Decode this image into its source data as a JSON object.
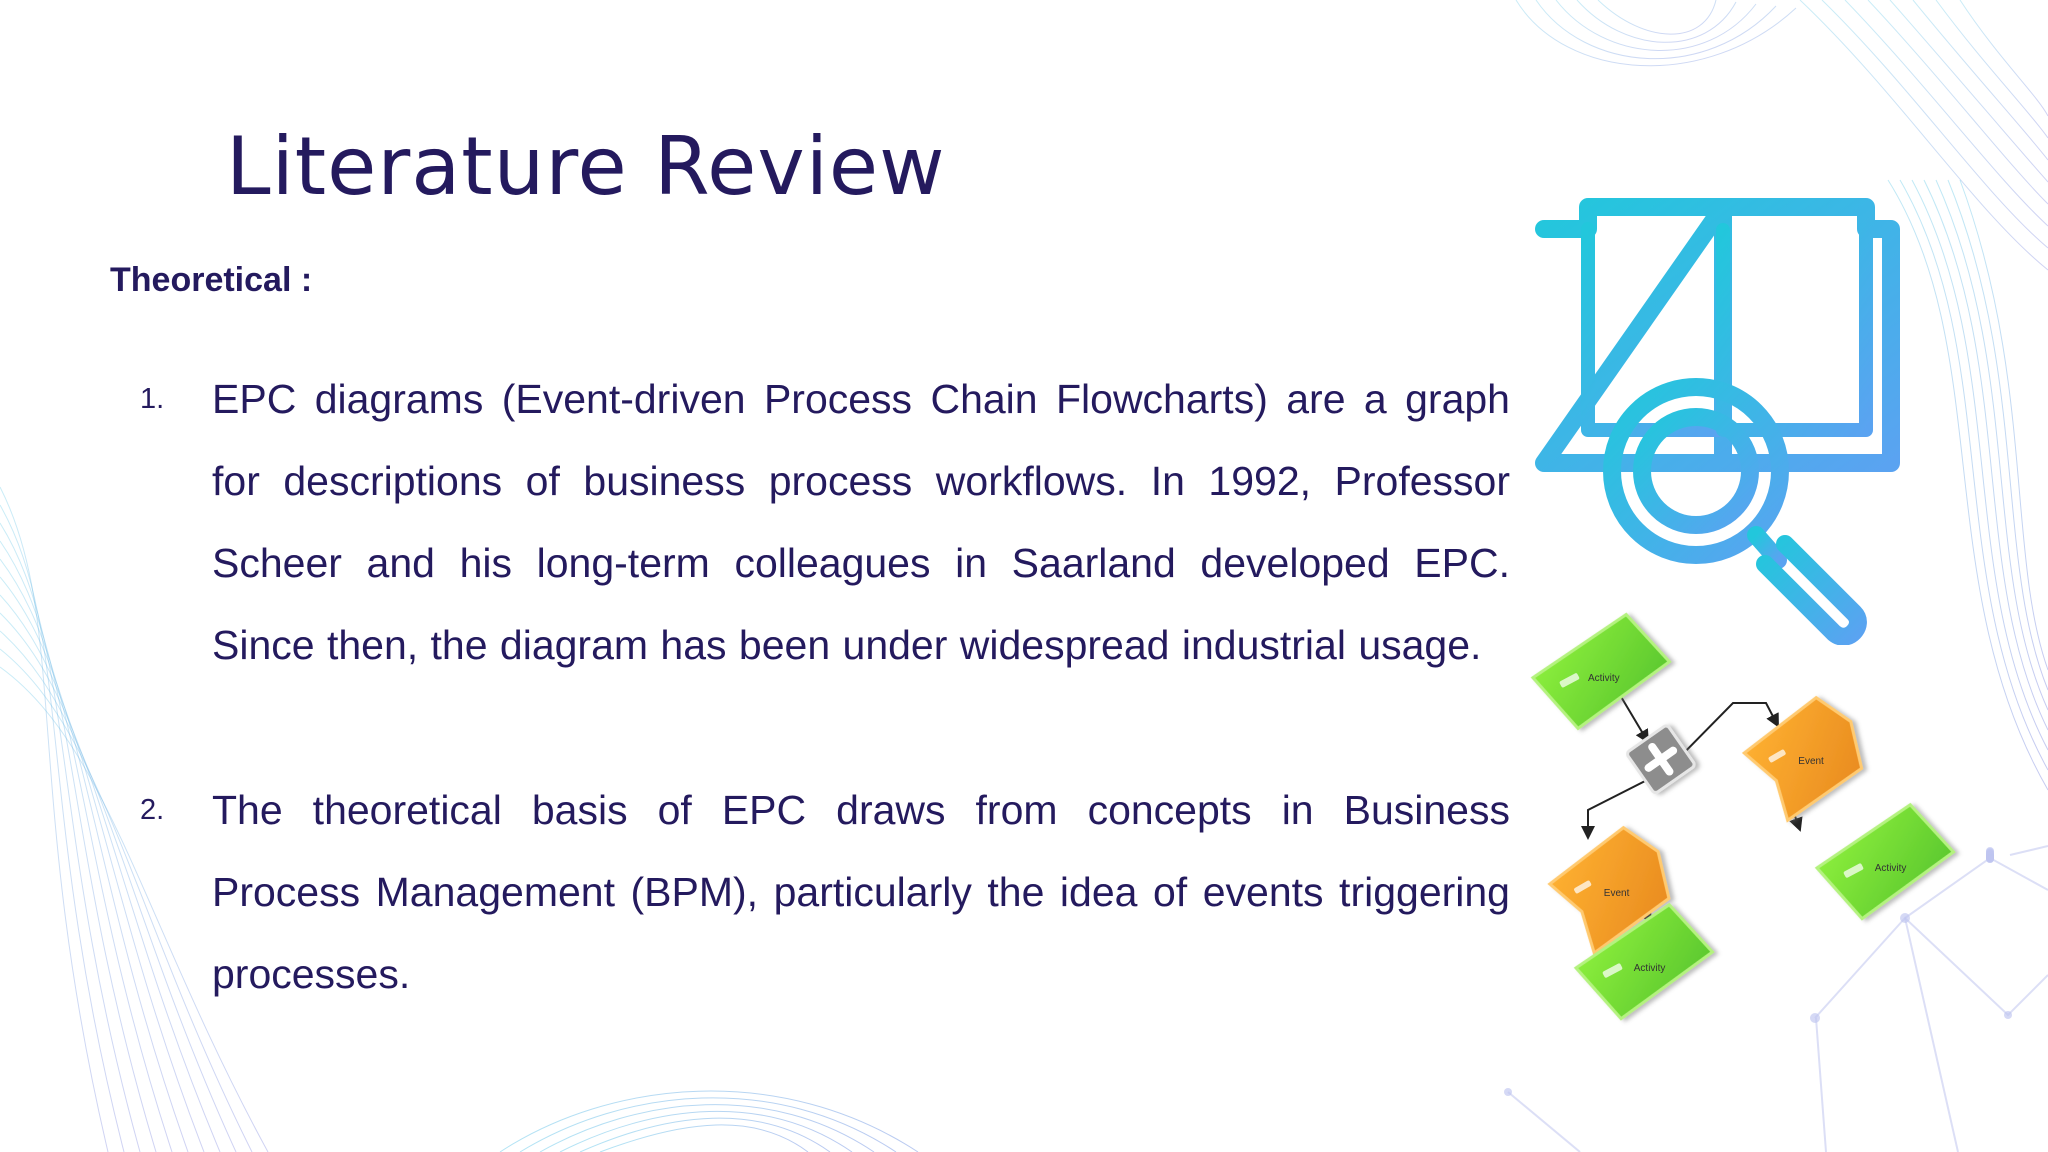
{
  "slide": {
    "title": "Literature Review",
    "subtitle": "Theoretical :",
    "items": [
      {
        "number": "1.",
        "text": "EPC diagrams (Event-driven Process Chain Flowcharts) are a graph for descriptions of business process workflows. In 1992, Professor Scheer and his long-term colleagues in Saarland developed EPC. Since then, the diagram has been under widespread industrial usage."
      },
      {
        "number": "2.",
        "text": "The theoretical basis of EPC draws from concepts in Business Process Management (BPM), particularly the idea of events triggering processes."
      }
    ]
  },
  "icons": {
    "book": "book-magnifier-icon"
  },
  "diagram": {
    "nodes": [
      {
        "label": "Activity",
        "kind": "activity"
      },
      {
        "label": "Event",
        "kind": "event"
      },
      {
        "label": "Event",
        "kind": "event"
      },
      {
        "label": "Activity",
        "kind": "activity"
      },
      {
        "label": "Activity",
        "kind": "activity"
      }
    ]
  },
  "colors": {
    "text": "#241a5e",
    "accent_cyan": "#22c7dc",
    "accent_blue": "#4ea5f0",
    "activity_green": "#75e02f",
    "event_orange": "#f6a22a"
  }
}
